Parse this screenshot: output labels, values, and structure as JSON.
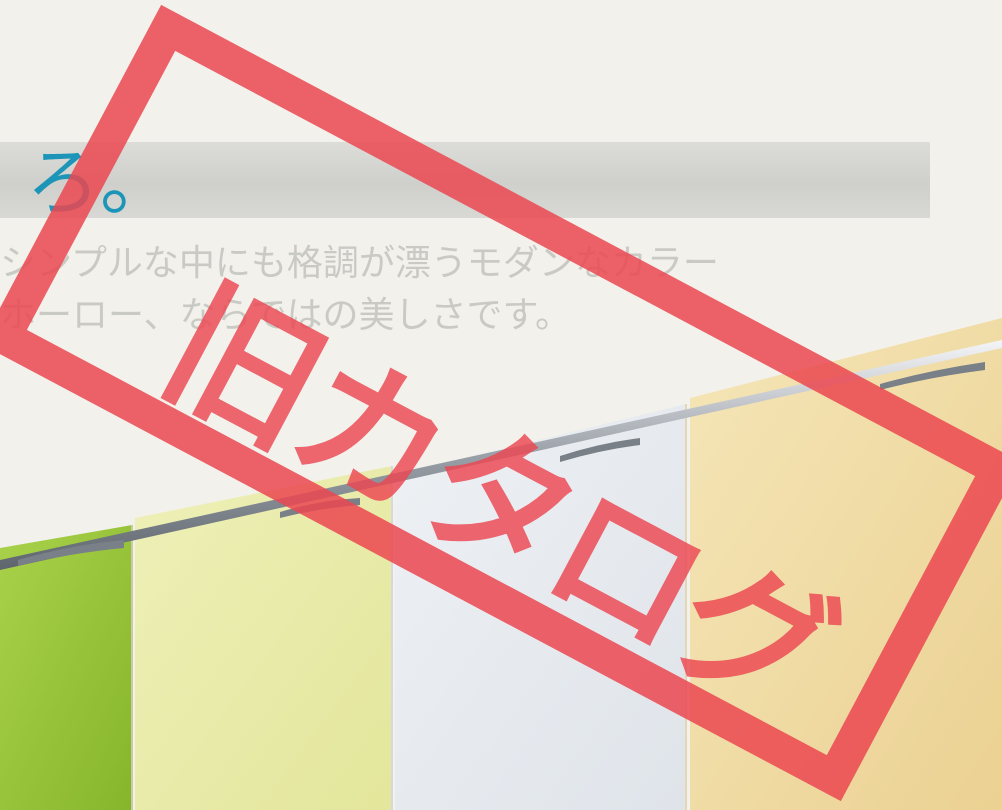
{
  "photo": {
    "background_colors": {
      "paper": "#f2f1ec",
      "banner": "#d0d0cc",
      "brand_teal": "#1c95b8",
      "stamp_red": "#eb4650",
      "panel_green": "#9cc83a",
      "panel_lime": "#e8eba6",
      "panel_white": "#e7ebef",
      "panel_cream": "#f2dfa8",
      "handle_steel": "#8c9198"
    },
    "brand_mark": "ろ。",
    "banner_heading": "",
    "headline_lines": [
      "シンプルな中にも格調が漂うモダンなカラー",
      "ホーロー、ならではの美しさです。"
    ],
    "body_copy": "",
    "stamp_text": "旧カタログ"
  }
}
